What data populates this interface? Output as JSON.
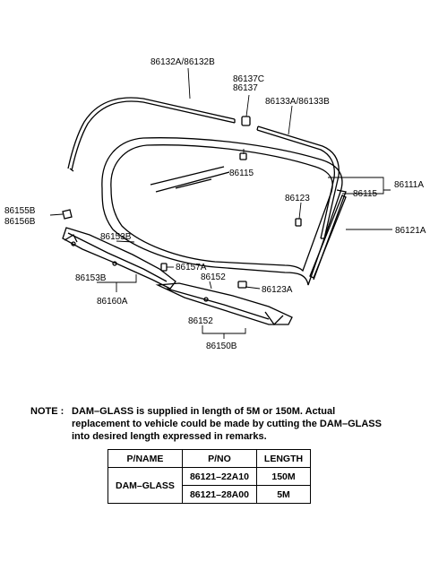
{
  "labels": {
    "mold_top": "86132A/86132B",
    "clip_top_1": "86137C",
    "clip_top_2": "86137",
    "mold_side_right": "86133A/86133B",
    "glass_main": "86111A",
    "dam_upper": "86115",
    "dam_center": "86115",
    "fastener_right": "86123",
    "dam_glass": "86121A",
    "fastener_left_1": "86155B",
    "fastener_left_2": "86156B",
    "cowl_mold_a": "86153B",
    "cowl_clip": "86157A",
    "cowl_mold_b": "86153B",
    "cowl_seal_a": "86152",
    "cowl_fastener": "86123A",
    "cowl_assy_a": "86160A",
    "cowl_seal_b": "86152",
    "cowl_assy_b": "86150B"
  },
  "note": {
    "prefix": "NOTE :",
    "text": "DAM–GLASS is supplied in length of 5M or 150M. Actual replacement to vehicle could be made by cutting the DAM–GLASS into desired length expressed in remarks."
  },
  "table": {
    "headers": [
      "P/NAME",
      "P/NO",
      "LENGTH"
    ],
    "part_name": "DAM–GLASS",
    "rows": [
      {
        "pno": "86121–22A10",
        "length": "150M"
      },
      {
        "pno": "86121–28A00",
        "length": "5M"
      }
    ]
  }
}
